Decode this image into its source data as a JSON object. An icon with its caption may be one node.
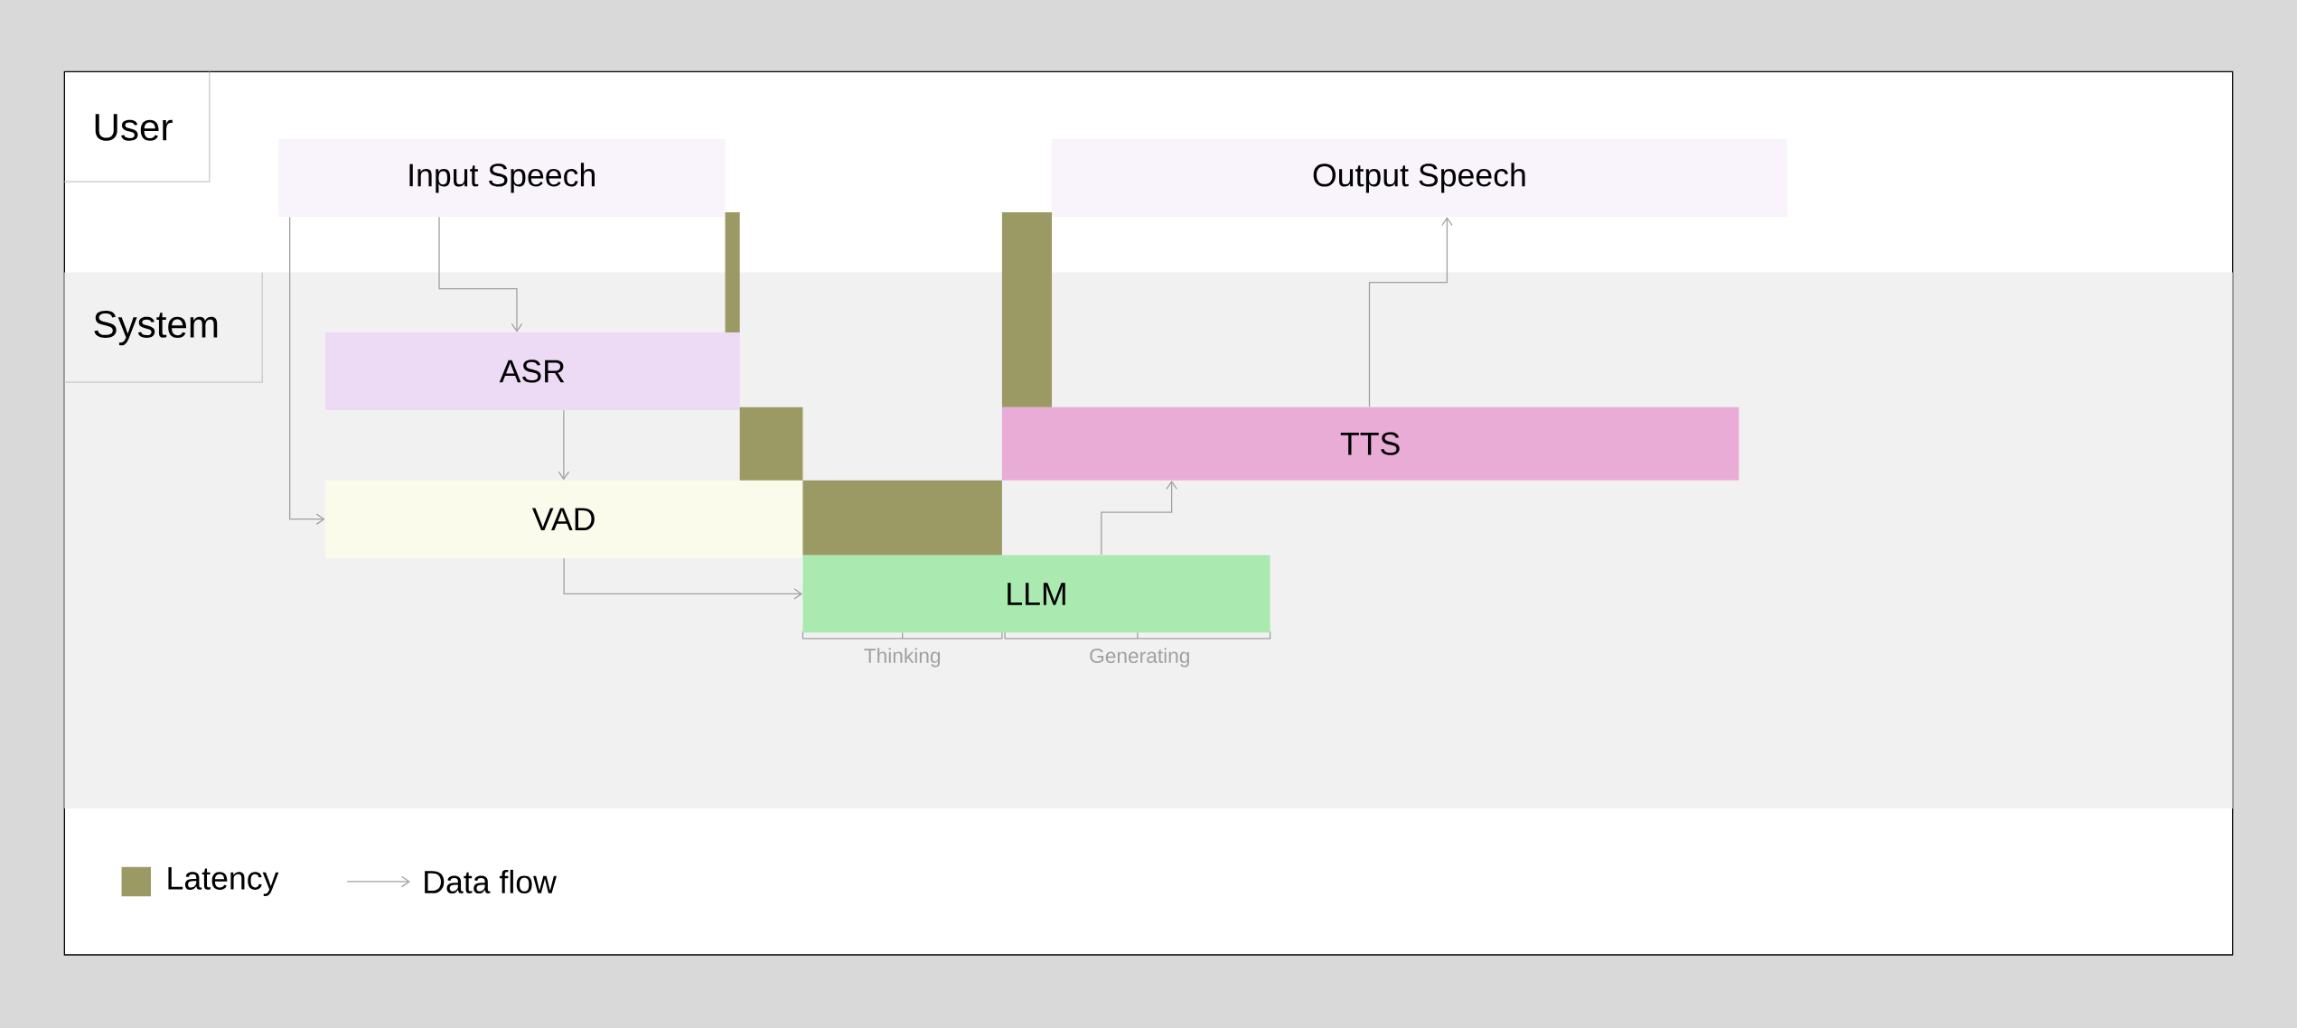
{
  "diagram": {
    "nodes": [
      {
        "text": [
          "Input Speech"
        ]
      },
      {
        "text": [
          "Output Speech"
        ]
      },
      {
        "text": [
          "ASR"
        ]
      },
      {
        "text": [
          "VAD"
        ]
      },
      {
        "text": [
          "LLM"
        ]
      },
      {
        "text": [
          "TTS"
        ]
      },
      {
        "text": [],
        "shape": "bar"
      },
      {
        "text": [],
        "shape": "bar"
      },
      {
        "text": [],
        "shape": "bar"
      },
      {
        "text": [],
        "shape": "bar"
      }
    ],
    "edges": [
      {
        "from": 0,
        "to": 2,
        "arrow": "to"
      },
      {
        "from": 0,
        "to": 3,
        "arrow": "to"
      },
      {
        "from": 2,
        "to": 3,
        "arrow": "to"
      },
      {
        "from": 3,
        "to": 4,
        "arrow": "to"
      },
      {
        "from": 4,
        "to": 5,
        "arrow": "to"
      },
      {
        "from": 5,
        "to": 1,
        "arrow": "to"
      }
    ],
    "labels": [
      "User",
      "System",
      "Thinking",
      "Generating"
    ],
    "legend": [
      {
        "text": "Latency",
        "color": "#9b9a65"
      },
      {
        "text": "Data flow"
      }
    ]
  }
}
